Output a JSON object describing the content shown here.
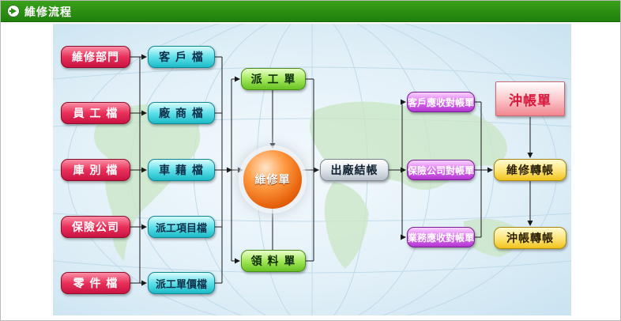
{
  "header": {
    "title": "維修流程",
    "icon": "arrow-circle-icon"
  },
  "diagram": {
    "col1": [
      "維修部門",
      "員 工 檔",
      "庫 別 檔",
      "保險公司",
      "零 件 檔"
    ],
    "col2": [
      "客 戶 檔",
      "廠 商 檔",
      "車 藉 檔",
      "派工項目檔",
      "派工單價檔"
    ],
    "dispatch": "派 工 單",
    "material": "領 料 單",
    "repair_order": "維修單",
    "checkout": "出廠結帳",
    "receivables": [
      "客戶應收對帳單",
      "保險公司對帳單",
      "業務應收對帳單"
    ],
    "reversal": "沖帳單",
    "repair_transfer": "維修轉帳",
    "reversal_transfer": "沖帳轉帳"
  },
  "colors": {
    "header_green": "#2b8f15",
    "red_node": "#e8305a",
    "cyan_node": "#5fe0ea",
    "green_node": "#a4e85a",
    "purple_node": "#db6ef0",
    "yellow_node": "#fde67c",
    "pink_node": "#fbc9cc",
    "orange_sphere": "#ff9a43"
  }
}
